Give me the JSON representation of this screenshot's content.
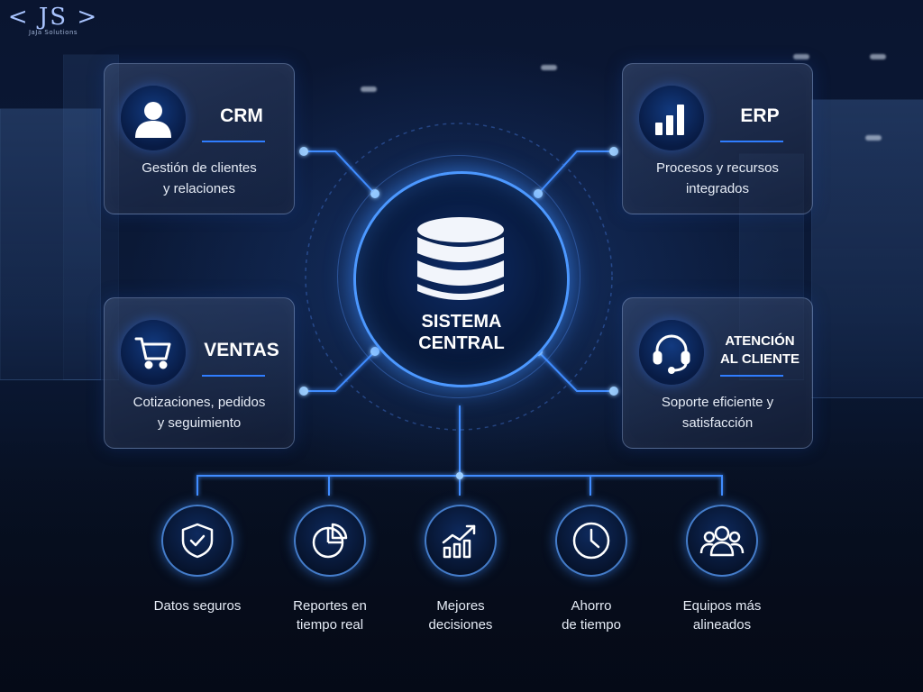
{
  "logo": {
    "mark": "< JS >",
    "name": "JaJa Solutions"
  },
  "hub": {
    "title_line1": "SISTEMA",
    "title_line2": "CENTRAL",
    "icon": "database-icon"
  },
  "modules": {
    "crm": {
      "title": "CRM",
      "desc_line1": "Gestión de clientes",
      "desc_line2": "y relaciones",
      "icon": "user-icon"
    },
    "erp": {
      "title": "ERP",
      "desc_line1": "Procesos y recursos",
      "desc_line2": "integrados",
      "icon": "bar-chart-icon"
    },
    "ventas": {
      "title": "VENTAS",
      "desc_line1": "Cotizaciones, pedidos",
      "desc_line2": "y seguimiento",
      "icon": "shopping-cart-icon"
    },
    "atencion": {
      "title_line1": "ATENCIÓN",
      "title_line2": "AL CLIENTE",
      "desc_line1": "Soporte eficiente y",
      "desc_line2": "satisfacción",
      "icon": "headset-icon"
    }
  },
  "benefits": [
    {
      "line1": "Datos seguros",
      "line2": "",
      "icon": "shield-check-icon"
    },
    {
      "line1": "Reportes en",
      "line2": "tiempo real",
      "icon": "pie-chart-icon"
    },
    {
      "line1": "Mejores",
      "line2": "decisiones",
      "icon": "growth-chart-icon"
    },
    {
      "line1": "Ahorro",
      "line2": "de tiempo",
      "icon": "clock-icon"
    },
    {
      "line1": "Equipos más",
      "line2": "alineados",
      "icon": "team-icon"
    }
  ],
  "colors": {
    "accent": "#2f7dff",
    "glow": "#4c98ff",
    "background": "#050c1c"
  }
}
